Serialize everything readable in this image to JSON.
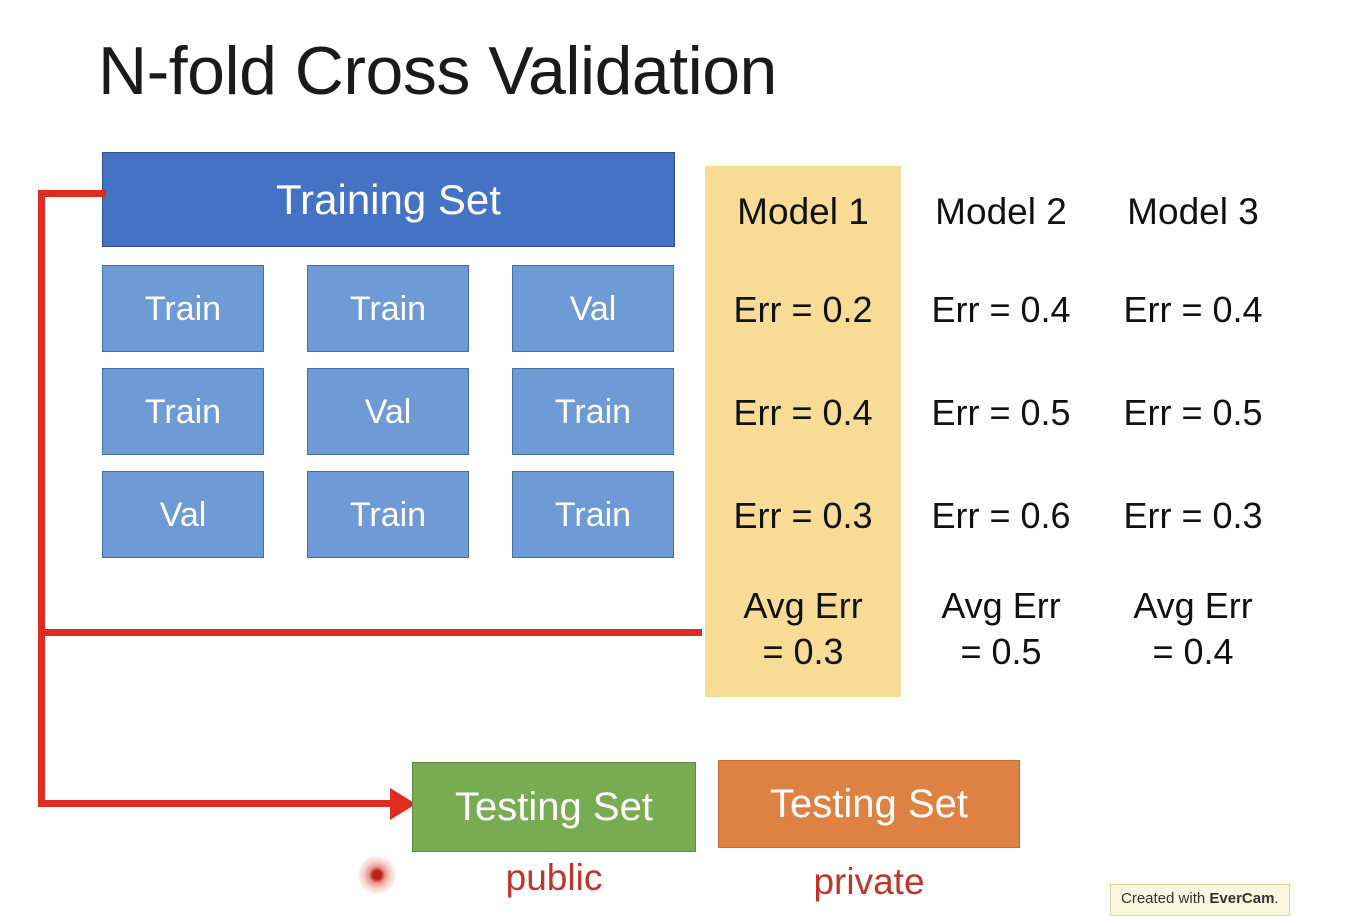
{
  "slide": {
    "title": "N-fold Cross Validation"
  },
  "training": {
    "header_label": "Training Set",
    "folds": [
      [
        "Train",
        "Train",
        "Val"
      ],
      [
        "Train",
        "Val",
        "Train"
      ],
      [
        "Val",
        "Train",
        "Train"
      ]
    ]
  },
  "models": [
    {
      "name": "Model 1",
      "highlighted": true,
      "errors": [
        "Err = 0.2",
        "Err = 0.4",
        "Err = 0.3"
      ],
      "avg_label": "Avg Err",
      "avg_value": "= 0.3"
    },
    {
      "name": "Model 2",
      "highlighted": false,
      "errors": [
        "Err = 0.4",
        "Err = 0.5",
        "Err = 0.6"
      ],
      "avg_label": "Avg Err",
      "avg_value": "= 0.5"
    },
    {
      "name": "Model 3",
      "highlighted": false,
      "errors": [
        "Err = 0.4",
        "Err = 0.5",
        "Err = 0.3"
      ],
      "avg_label": "Avg Err",
      "avg_value": "= 0.4"
    }
  ],
  "testing": {
    "public": {
      "label": "Testing Set",
      "caption": "public"
    },
    "private": {
      "label": "Testing Set",
      "caption": "private"
    }
  },
  "watermark": {
    "prefix": "Created with ",
    "brand": "EverCam",
    "suffix": "."
  },
  "colors": {
    "training_header": "#4472C4",
    "fold_cell": "#6E9BD6",
    "model_highlight": "#F8DC95",
    "testing_public": "#77AC53",
    "testing_private": "#DE8244",
    "connector_red": "#E02B20",
    "caption_red": "#C0342B"
  }
}
